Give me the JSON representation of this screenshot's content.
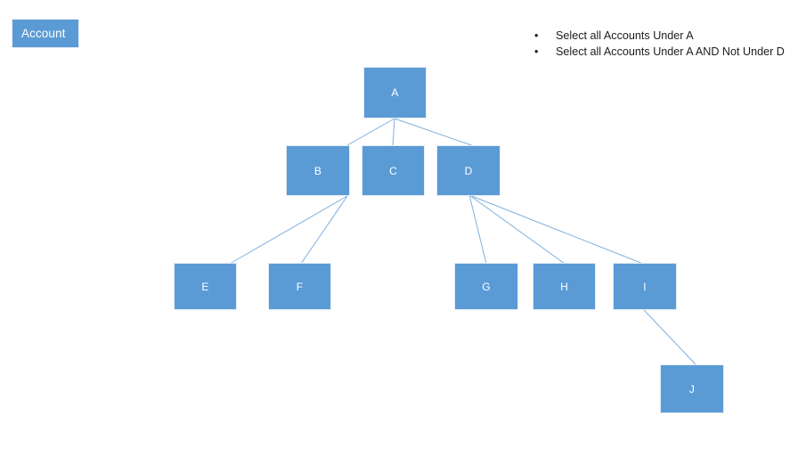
{
  "legend": {
    "chip_label": "Account",
    "chip_color": "#5B9BD5"
  },
  "bullets": {
    "marker": "•",
    "items": [
      "Select all Accounts Under A",
      "Select all Accounts Under A AND Not Under D"
    ]
  },
  "tree": {
    "node_color": "#5B9BD5",
    "edge_color": "#7FAFDE",
    "nodes": [
      {
        "id": "A",
        "label": "A"
      },
      {
        "id": "B",
        "label": "B"
      },
      {
        "id": "C",
        "label": "C"
      },
      {
        "id": "D",
        "label": "D"
      },
      {
        "id": "E",
        "label": "E"
      },
      {
        "id": "F",
        "label": "F"
      },
      {
        "id": "G",
        "label": "G"
      },
      {
        "id": "H",
        "label": "H"
      },
      {
        "id": "I",
        "label": "I"
      },
      {
        "id": "J",
        "label": "J"
      }
    ],
    "edges": [
      {
        "from": "A",
        "to": "B"
      },
      {
        "from": "A",
        "to": "C"
      },
      {
        "from": "A",
        "to": "D"
      },
      {
        "from": "B",
        "to": "E"
      },
      {
        "from": "B",
        "to": "F"
      },
      {
        "from": "D",
        "to": "G"
      },
      {
        "from": "D",
        "to": "H"
      },
      {
        "from": "D",
        "to": "I"
      },
      {
        "from": "I",
        "to": "J"
      }
    ]
  }
}
